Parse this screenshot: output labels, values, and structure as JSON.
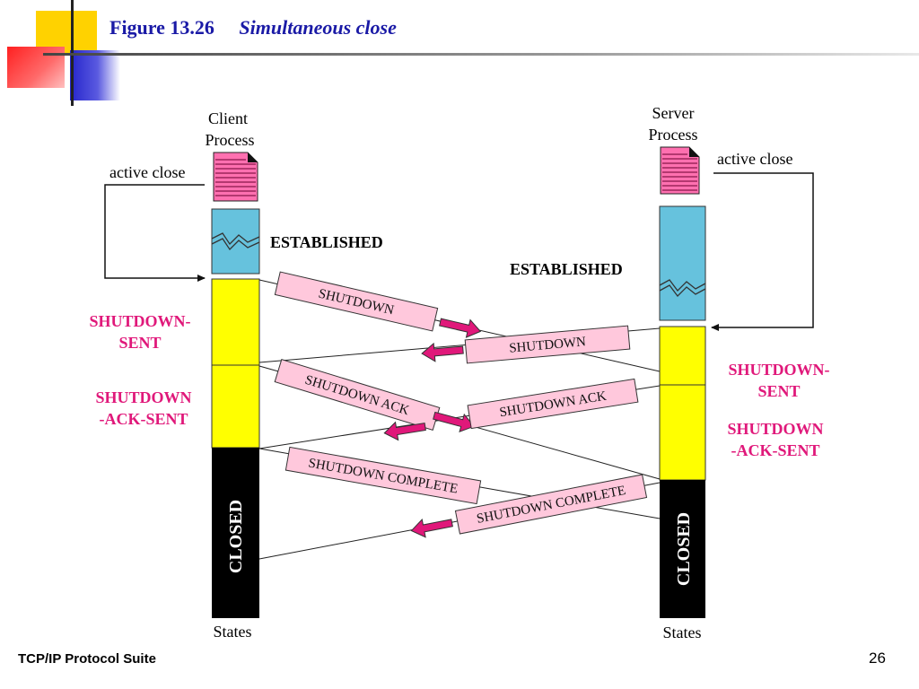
{
  "header": {
    "figure_label": "Figure 13.26",
    "figure_caption": "Simultaneous close"
  },
  "client": {
    "title_line1": "Client",
    "title_line2": "Process",
    "active_close": "active close",
    "established": "ESTABLISHED",
    "state1_line1": "SHUTDOWN-",
    "state1_line2": "SENT",
    "state2_line1": "SHUTDOWN",
    "state2_line2": "-ACK-SENT",
    "closed": "CLOSED",
    "states": "States"
  },
  "server": {
    "title_line1": "Server",
    "title_line2": "Process",
    "active_close": "active close",
    "established": "ESTABLISHED",
    "state1_line1": "SHUTDOWN-",
    "state1_line2": "SENT",
    "state2_line1": "SHUTDOWN",
    "state2_line2": "-ACK-SENT",
    "closed": "CLOSED",
    "states": "States"
  },
  "messages": {
    "client_shutdown": "SHUTDOWN",
    "server_shutdown": "SHUTDOWN",
    "client_shutdown_ack": "SHUTDOWN ACK",
    "server_shutdown_ack": "SHUTDOWN ACK",
    "client_shutdown_complete": "SHUTDOWN COMPLETE",
    "server_shutdown_complete": "SHUTDOWN COMPLETE"
  },
  "footer": {
    "suite": "TCP/IP Protocol Suite",
    "page_number": "26"
  },
  "colors": {
    "title": "#1a1aa6",
    "state_label": "#e0187a",
    "established_bar": "#66c2dd",
    "active_bar": "#ffff00",
    "closed_bar": "#000000",
    "message_box": "#ffc8dc",
    "message_arrow": "#e0187a"
  }
}
